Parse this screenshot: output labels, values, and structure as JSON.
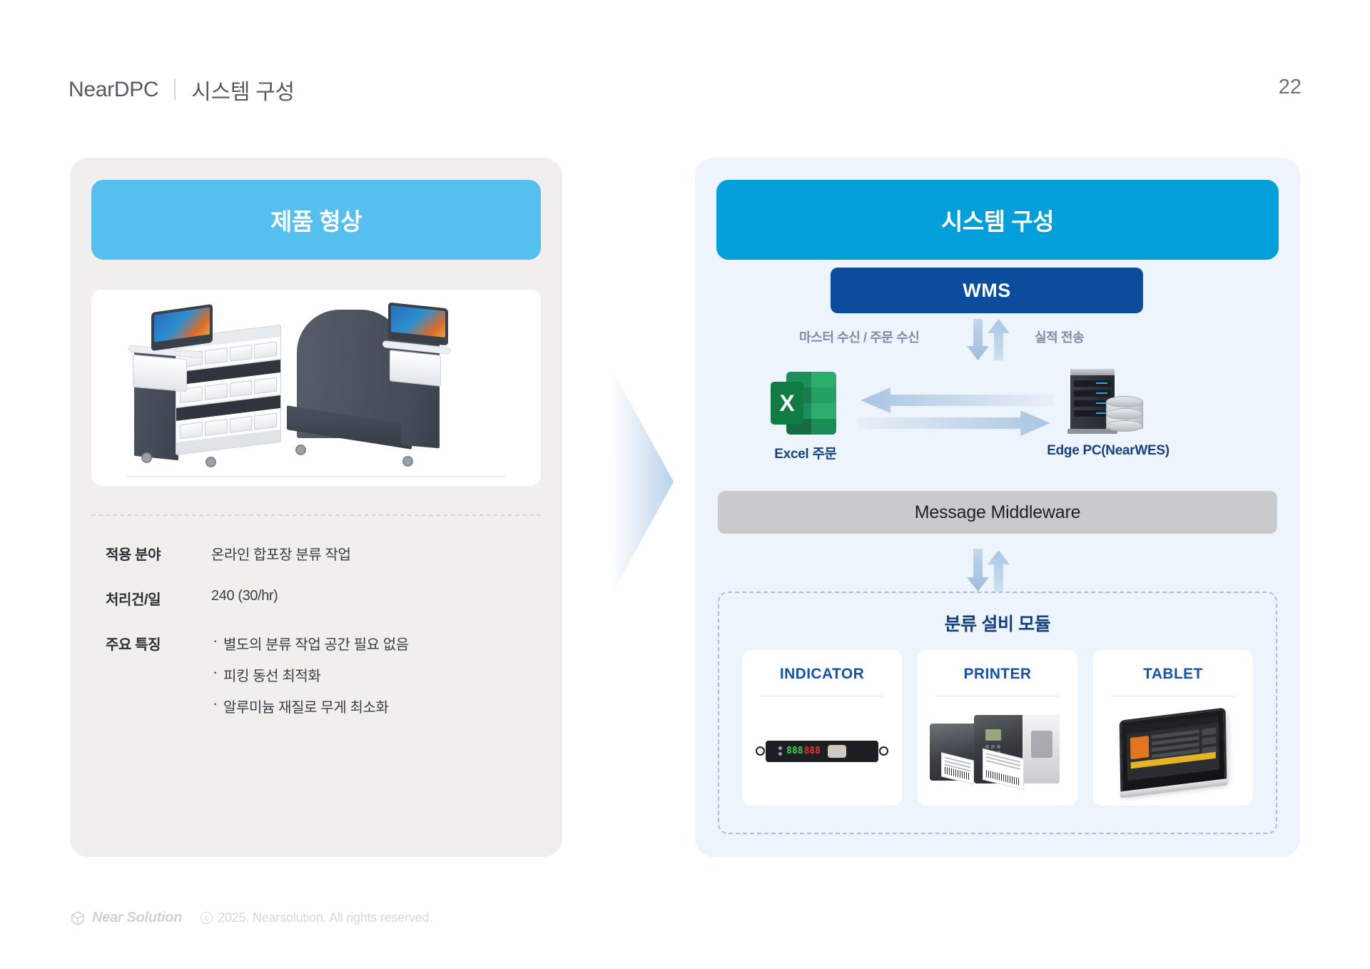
{
  "header": {
    "brand": "NearDPC",
    "subtitle": "시스템 구성",
    "page_number": "22"
  },
  "left_panel": {
    "title": "제품 형상",
    "product_image_alt": "피킹 카트 제품 렌더링 2종",
    "specs": [
      {
        "label": "적용 분야",
        "value": "온라인 합포장 분류 작업"
      },
      {
        "label": "처리건/일",
        "value": "240 (30/hr)"
      }
    ],
    "features_label": "주요 특징",
    "features": [
      "별도의 분류 작업 공간 필요 없음",
      "피킹 동선 최적화",
      "알루미늄 재질로 무게 최소화"
    ]
  },
  "right_panel": {
    "title": "시스템 구성",
    "wms": "WMS",
    "flow_labels": {
      "down": "마스터 수신 / 주문 수신",
      "up": "실적 전송"
    },
    "nodes": [
      {
        "id": "excel",
        "label": "Excel 주문",
        "icon": "excel-icon"
      },
      {
        "id": "edge-pc",
        "label": "Edge PC(NearWES)",
        "icon": "server-database-icon"
      }
    ],
    "middleware": "Message Middleware",
    "module_group": {
      "title": "분류 설비 모듈",
      "devices": [
        {
          "name": "INDICATOR",
          "icon": "indicator-device-icon"
        },
        {
          "name": "PRINTER",
          "icon": "label-printer-icon"
        },
        {
          "name": "TABLET",
          "icon": "tablet-device-icon"
        }
      ]
    }
  },
  "indicator_display": {
    "green_digits": "888",
    "red_digits": "888"
  },
  "footer": {
    "brand": "Near Solution",
    "copyright_mark": "ⓒ",
    "copyright": "2025. Nearsolution. All rights reserved."
  },
  "colors": {
    "left_header": "#55bfef",
    "right_header": "#029fdb",
    "wms_navy": "#0c4c9c",
    "node_label": "#14417f",
    "middleware_gray": "#c9cacb",
    "panel_left_bg": "#f0efee",
    "panel_right_bg": "#eef4fb",
    "dashed_border": "#a9bde0"
  }
}
